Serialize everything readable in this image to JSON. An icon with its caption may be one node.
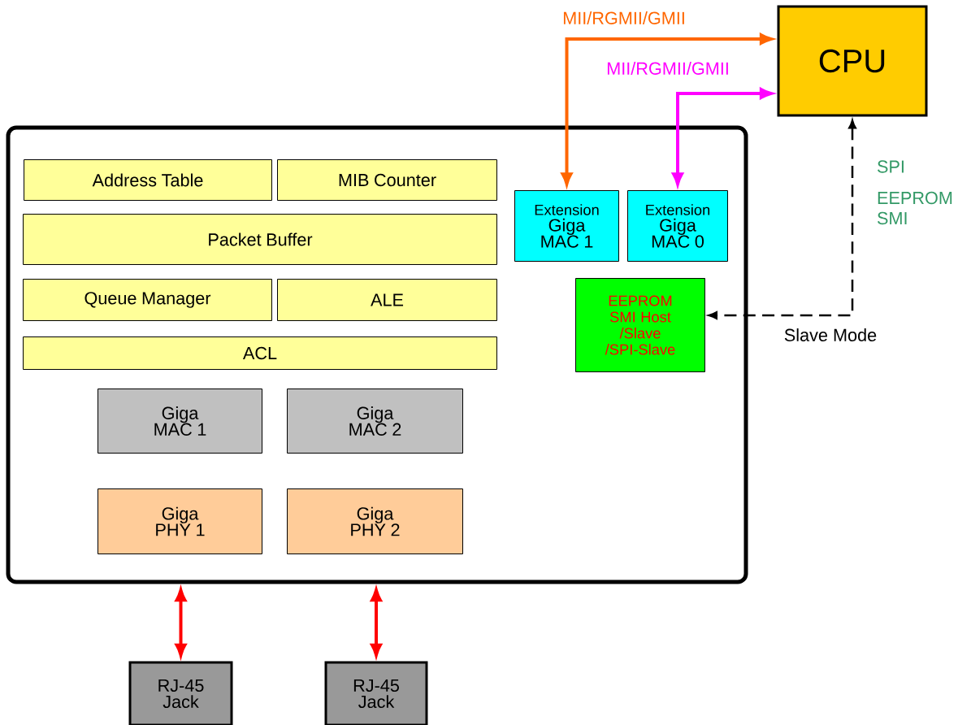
{
  "diagram": {
    "nodes": [
      {
        "text": [
          "CPU"
        ]
      },
      {
        "text": [],
        "shape": "box"
      },
      {
        "text": [
          "Address Table"
        ],
        "in": 1
      },
      {
        "text": [
          "MIB Counter"
        ],
        "in": 1
      },
      {
        "text": [
          "Packet Buffer"
        ],
        "in": 1
      },
      {
        "text": [
          "Queue Manager"
        ],
        "in": 1
      },
      {
        "text": [
          "ALE"
        ],
        "in": 1
      },
      {
        "text": [
          "ACL"
        ],
        "in": 1
      },
      {
        "text": [
          "Extension",
          "Giga MAC 1"
        ],
        "in": 1
      },
      {
        "text": [
          "Extension",
          "Giga MAC 0"
        ],
        "in": 1
      },
      {
        "text": [
          "EEPROM SMI Host /Slave /SPI-Slave"
        ],
        "in": 1
      },
      {
        "text": [
          "Giga MAC 1"
        ],
        "in": 1
      },
      {
        "text": [
          "Giga MAC 2"
        ],
        "in": 1
      },
      {
        "text": [
          "Giga PHY 1"
        ],
        "in": 1
      },
      {
        "text": [
          "Giga PHY 2"
        ],
        "in": 1
      },
      {
        "text": [
          "RJ-45 Jack"
        ]
      },
      {
        "text": [
          "RJ-45 Jack"
        ]
      }
    ],
    "edges": [
      {
        "from": 8,
        "to": 0,
        "arrow": "both",
        "label": "MII/RGMII/GMII",
        "color": "#ff6600"
      },
      {
        "from": 9,
        "to": 0,
        "arrow": "both",
        "label": "MII/RGMII/GMII",
        "color": "#ff00ff"
      },
      {
        "from": 0,
        "to": 10,
        "arrow": "both",
        "label": "Slave Mode",
        "style": "dashed",
        "color": "#000000"
      },
      {
        "from": 1,
        "to": 15,
        "arrow": "both",
        "color": "#ff0000"
      },
      {
        "from": 1,
        "to": 16,
        "arrow": "both",
        "color": "#ff0000"
      }
    ],
    "labels": [
      "SPI",
      "EEPROM SMI"
    ]
  }
}
